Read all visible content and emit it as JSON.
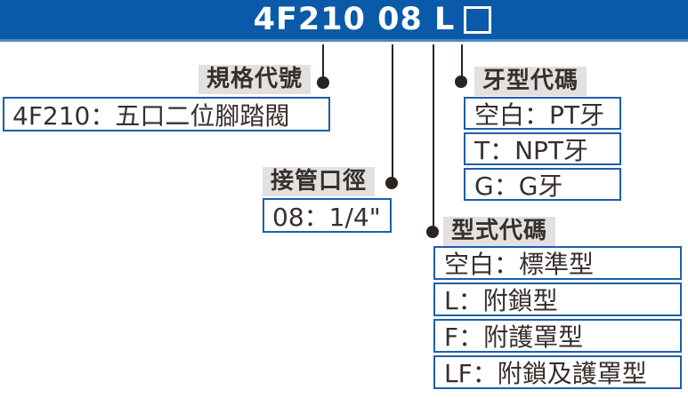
{
  "colors": {
    "banner_bg": "#0a5aa9",
    "banner_edge": "#4b87c0",
    "box_border": "#1d5fa8",
    "label_bg": "#e2e1df",
    "text_dark": "#372f2b",
    "line_color": "#2b2320",
    "title_text": "#ffffff"
  },
  "banner": {
    "title": "4F210 08 L",
    "placeholder_symbol": "□"
  },
  "callouts": {
    "spec": {
      "label": "規格代號",
      "entries": [
        "4F210：五口二位腳踏閥"
      ]
    },
    "port": {
      "label": "接管口徑",
      "entries": [
        "08：1/4\""
      ]
    },
    "thread": {
      "label": "牙型代碼",
      "entries": [
        "空白：PT牙",
        "T：NPT牙",
        "G：G牙"
      ]
    },
    "type": {
      "label": "型式代碼",
      "entries": [
        "空白：標準型",
        "L：附鎖型",
        "F：附護罩型",
        "LF：附鎖及護罩型"
      ]
    }
  }
}
